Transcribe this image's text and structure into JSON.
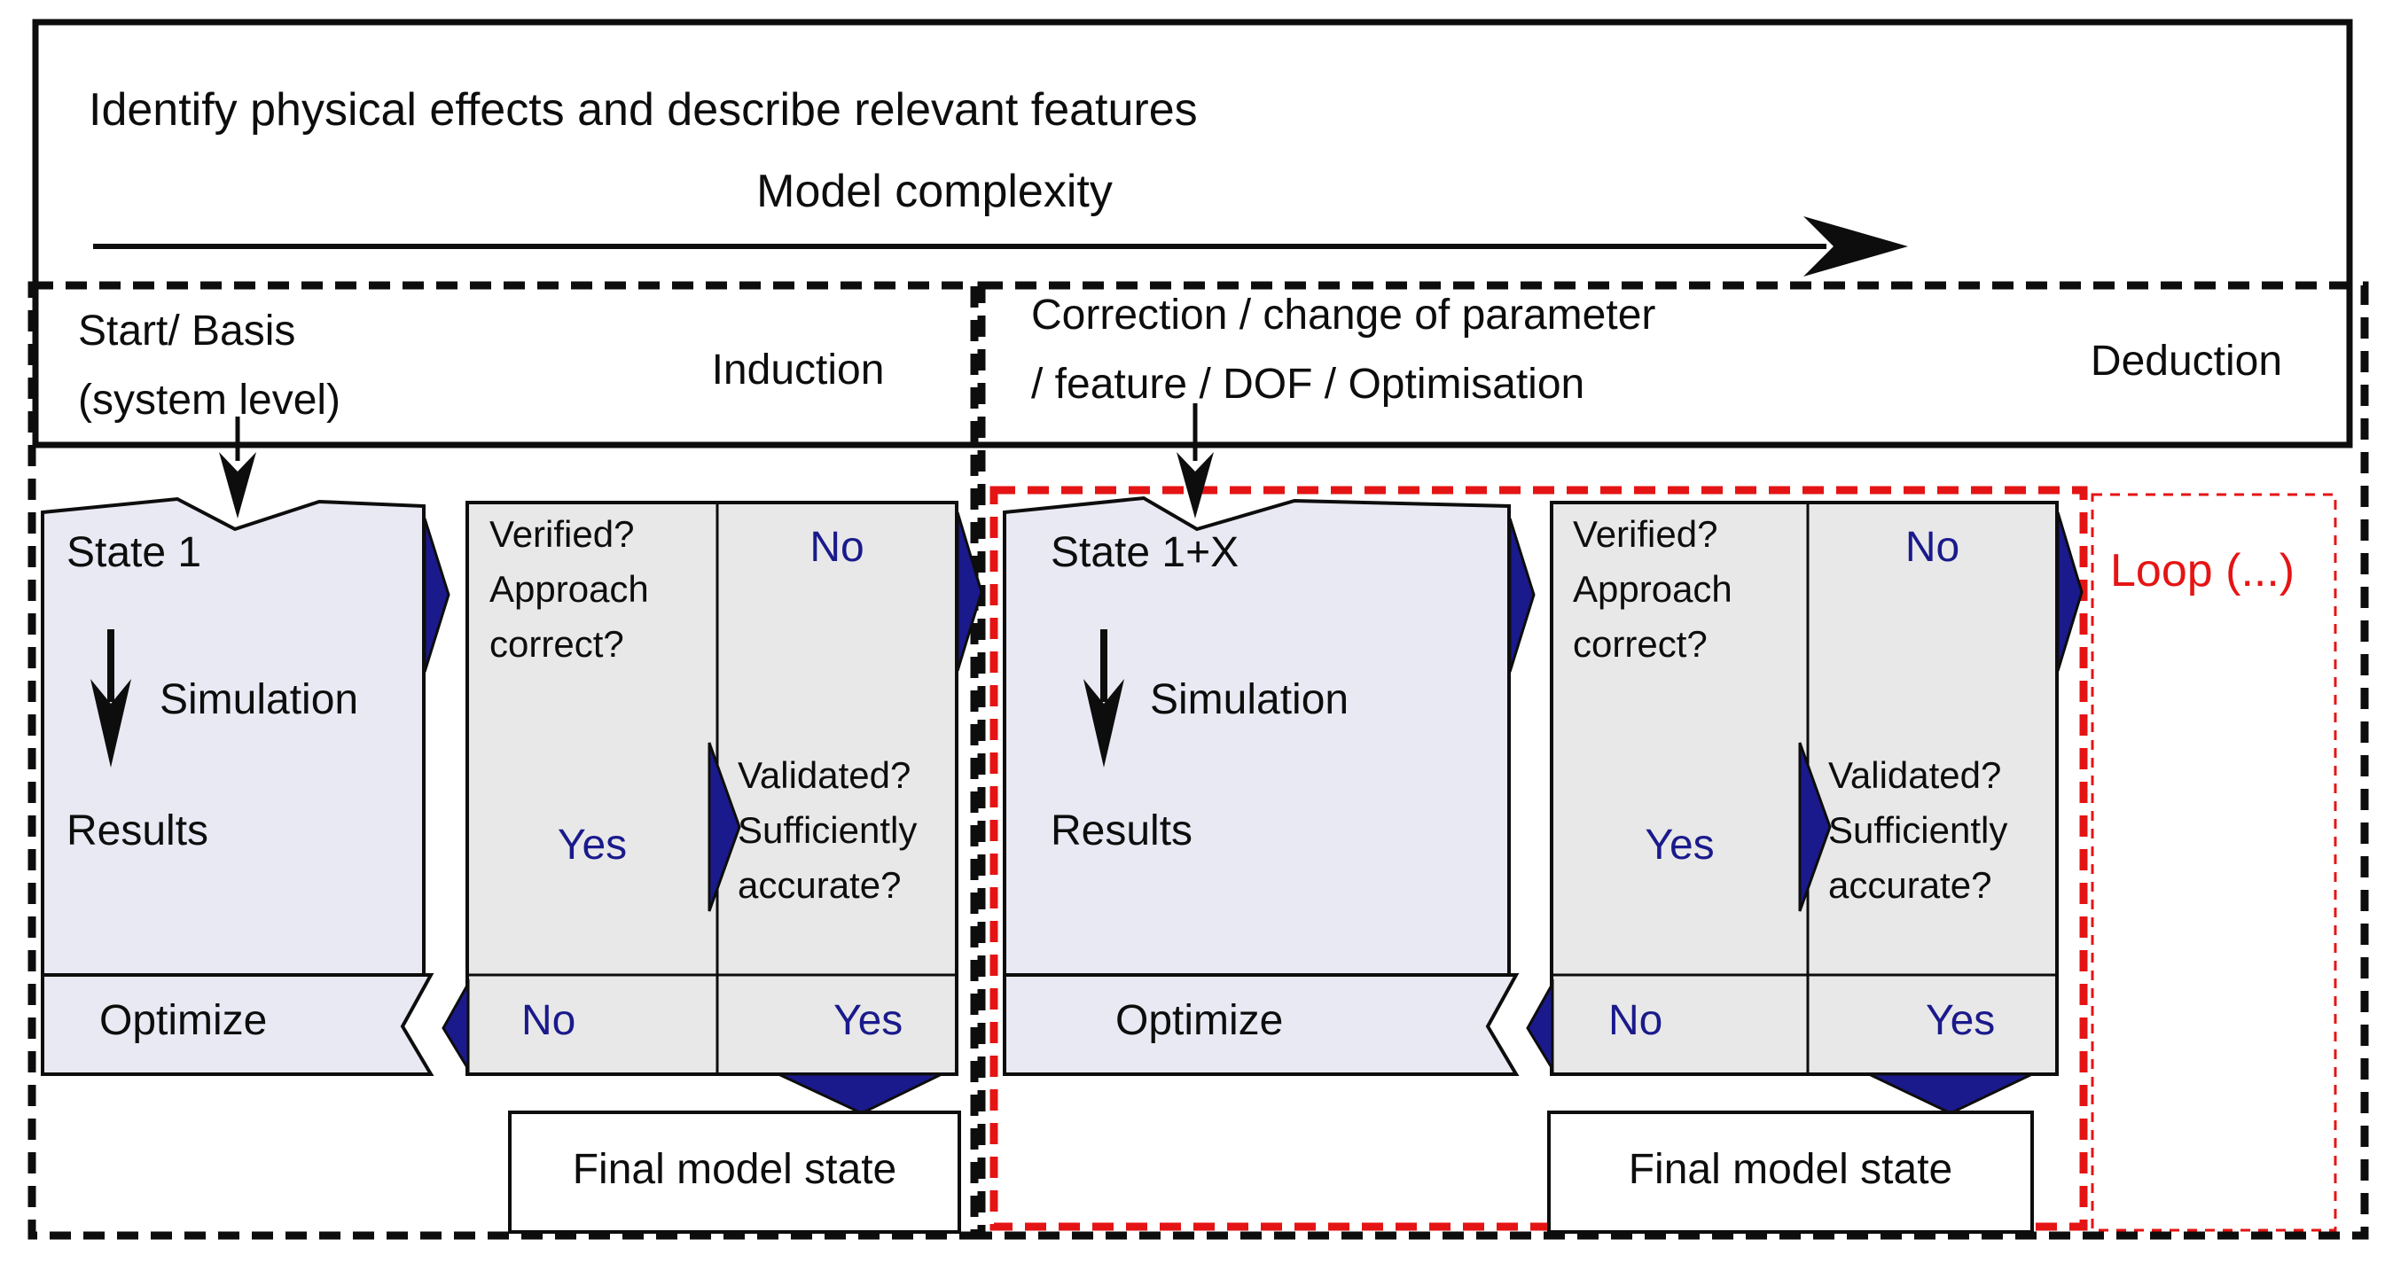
{
  "colors": {
    "navy": "#1a1a8c",
    "red": "#e51414",
    "state_fill": "#e9e9f4",
    "panel_fill": "#e8e8e8",
    "line": "#0d0d0d"
  },
  "banner": {
    "title": "Identify physical effects and describe relevant features",
    "axis_label": "Model complexity"
  },
  "sections": [
    {
      "header_line1": "Start/ Basis",
      "header_line2": "(system level)",
      "mode_label": "Induction",
      "state": {
        "title": "State 1",
        "simulation_label": "Simulation",
        "results_label": "Results",
        "optimize_label": "Optimize"
      },
      "decision": {
        "q1_line1": "Verified?",
        "q1_line2": "Approach",
        "q1_line3": "correct?",
        "no_label": "No",
        "yes_label": "Yes",
        "q2_line1": "Validated?",
        "q2_line2": "Sufficiently",
        "q2_line3": "accurate?",
        "strip_no_label": "No",
        "strip_yes_label": "Yes"
      },
      "final_label": "Final model state"
    },
    {
      "header_line1": "Correction / change of parameter",
      "header_line2": "/ feature / DOF / Optimisation",
      "mode_label": "Deduction",
      "state": {
        "title": "State 1+X",
        "simulation_label": "Simulation",
        "results_label": "Results",
        "optimize_label": "Optimize"
      },
      "decision": {
        "q1_line1": "Verified?",
        "q1_line2": "Approach",
        "q1_line3": "correct?",
        "no_label": "No",
        "yes_label": "Yes",
        "q2_line1": "Validated?",
        "q2_line2": "Sufficiently",
        "q2_line3": "accurate?",
        "strip_no_label": "No",
        "strip_yes_label": "Yes"
      },
      "final_label": "Final model state",
      "loop_label": "Loop (...)"
    }
  ]
}
